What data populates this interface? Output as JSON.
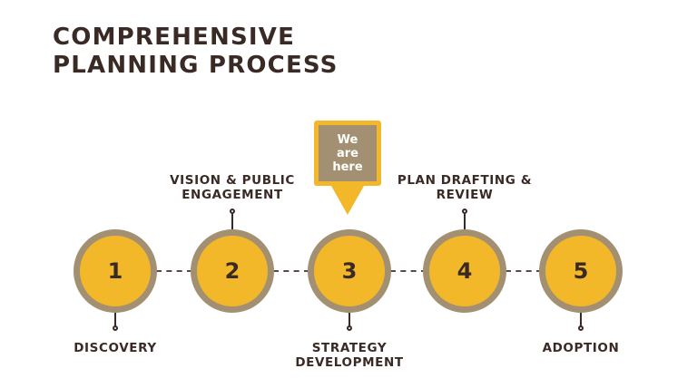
{
  "title": {
    "line1": "COMPREHENSIVE",
    "line2": "PLANNING PROCESS"
  },
  "callout": {
    "line1": "We",
    "line2": "are",
    "line3": "here"
  },
  "steps": [
    {
      "number": "1",
      "label": [
        "DISCOVERY"
      ]
    },
    {
      "number": "2",
      "label": [
        "VISION & PUBLIC",
        "ENGAGEMENT"
      ]
    },
    {
      "number": "3",
      "label": [
        "STRATEGY",
        "DEVELOPMENT"
      ]
    },
    {
      "number": "4",
      "label": [
        "PLAN DRAFTING &",
        "REVIEW"
      ]
    },
    {
      "number": "5",
      "label": [
        "ADOPTION"
      ]
    }
  ],
  "colors": {
    "circle_fill": "#f2b82a",
    "circle_ring": "#a39072",
    "text": "#3a2a26",
    "callout_fill": "#f2b82a",
    "callout_inner": "#a39072"
  }
}
